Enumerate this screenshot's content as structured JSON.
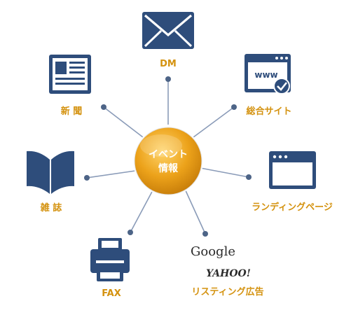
{
  "center": {
    "line1": "イベント",
    "line2": "情報"
  },
  "channels": {
    "dm": {
      "label": "DM",
      "icon": "envelope-icon"
    },
    "portal": {
      "label": "総合サイト",
      "icon": "website-www-icon"
    },
    "landing": {
      "label": "ランディングページ",
      "icon": "browser-window-icon"
    },
    "listing_ads": {
      "label": "リスティング広告",
      "brands": [
        "Google",
        "YAHOO!"
      ]
    },
    "fax": {
      "label": "FAX",
      "icon": "fax-machine-icon"
    },
    "magazine": {
      "label": "雑 誌",
      "icon": "open-book-icon"
    },
    "newspaper": {
      "label": "新 聞",
      "icon": "newspaper-icon"
    }
  },
  "colors": {
    "icon": "#2e4d7b",
    "label": "#d4920f",
    "center_fill": "#e8a418",
    "spoke": "#8a9bb8"
  }
}
